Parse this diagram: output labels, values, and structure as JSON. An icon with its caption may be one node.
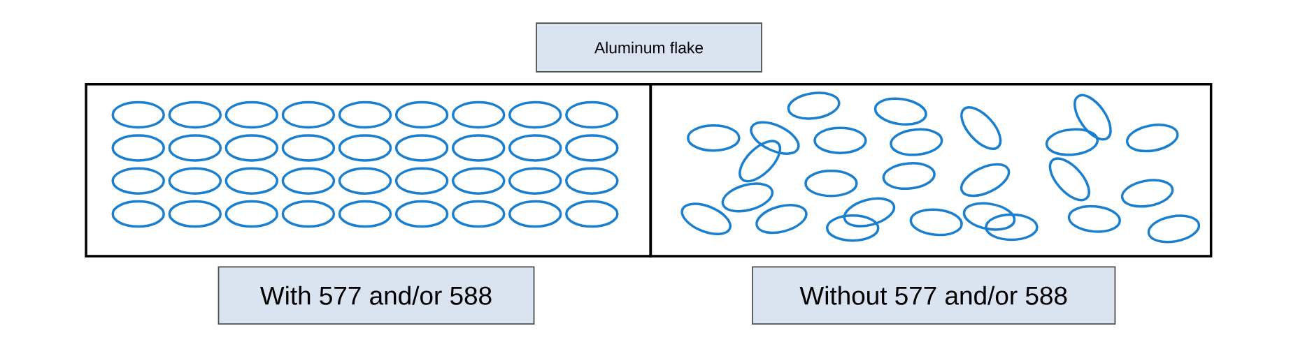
{
  "diagram": {
    "nodes": [
      {
        "text": [
          "Aluminum flake"
        ]
      },
      {
        "text": [],
        "shape": "box"
      },
      {
        "text": [],
        "shape": "box"
      },
      {
        "text": [
          "With 577 and/or 588"
        ]
      },
      {
        "text": [
          "Without 577 and/or 588"
        ]
      }
    ]
  }
}
